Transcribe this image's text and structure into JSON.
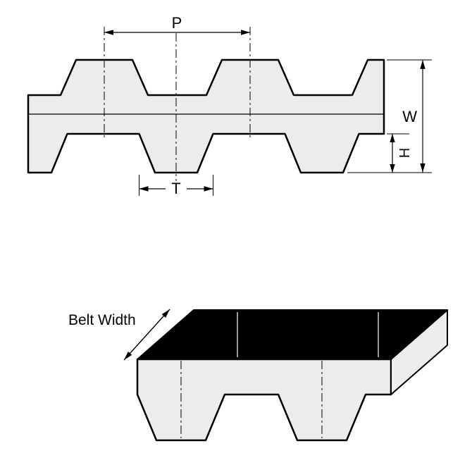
{
  "diagram": {
    "description": "Timing belt dimension diagram with cross-section and isometric views",
    "cross_section": {
      "pitch_label": "P",
      "width_label": "W",
      "tooth_height_label": "H",
      "tooth_width_label": "T"
    },
    "isometric": {
      "belt_width_label": "Belt Width"
    },
    "colors": {
      "belt_fill": "#ececec",
      "outline": "#000000",
      "top_surface": "#000000",
      "background": "#ffffff"
    }
  }
}
